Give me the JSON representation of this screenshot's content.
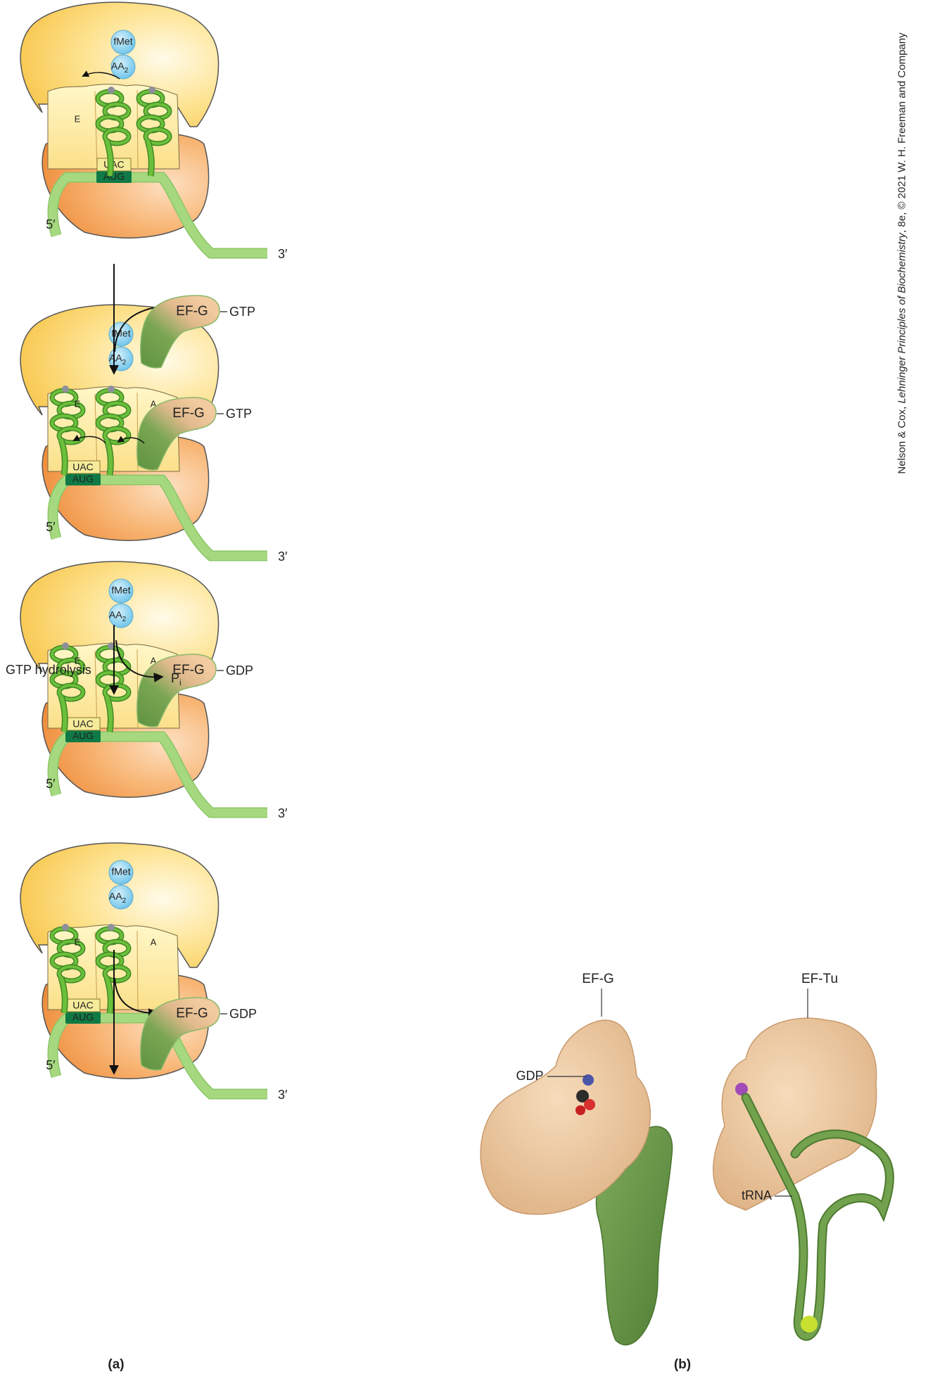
{
  "panel_a": {
    "panel_label": "(a)",
    "stages": [
      {
        "peptide": [
          "fMet",
          "AA",
          "2"
        ],
        "site_e": "E",
        "site_a": "",
        "anticodon": "UAC",
        "codon": "AUG",
        "five_prime": "5′",
        "three_prime": "3′"
      },
      {
        "peptide": [
          "fMet",
          "AA",
          "2"
        ],
        "site_e": "E",
        "site_a": "A",
        "anticodon": "UAC",
        "codon": "AUG",
        "five_prime": "5′",
        "three_prime": "3′",
        "factor": "EF-G",
        "nucleotide": "GTP"
      },
      {
        "peptide": [
          "fMet",
          "AA",
          "2"
        ],
        "site_e": "E",
        "site_a": "A",
        "anticodon": "UAC",
        "codon": "AUG",
        "five_prime": "5′",
        "three_prime": "3′",
        "factor": "EF-G",
        "nucleotide": "GDP"
      },
      {
        "peptide": [
          "fMet",
          "AA",
          "2"
        ],
        "site_e": "E",
        "site_a": "A",
        "anticodon": "UAC",
        "codon": "AUG",
        "five_prime": "5′",
        "three_prime": "3′"
      }
    ],
    "steps": [
      {
        "factor": "EF-G",
        "nucleotide": "GTP",
        "note": ""
      },
      {
        "note": "GTP hydrolysis",
        "product": "P",
        "product_sub": "i"
      },
      {
        "factor": "EF-G",
        "nucleotide": "GDP",
        "note": ""
      }
    ]
  },
  "panel_b": {
    "panel_label": "(b)",
    "left": {
      "name": "EF-G",
      "ligand": "GDP"
    },
    "right": {
      "name": "EF-Tu",
      "partner": "tRNA"
    }
  },
  "credit": {
    "prefix": "Nelson & Cox, ",
    "book": "Lehninger Principles of Biochemistry",
    "suffix": ", 8e, © 2021 W. H. Freeman and Company"
  },
  "colors": {
    "large_subunit": "#fbd66a",
    "small_subunit": "#f5a04e",
    "trna": "#6cbf3a",
    "mrna": "#a6d97f",
    "codon_box": "#0f7a45",
    "peptide": "#8fd2f2",
    "ef_head": "#efc597",
    "ef_tail": "#6f9e4a",
    "surface_tan": "#efc9a1",
    "surface_green": "#6d9a4b"
  }
}
